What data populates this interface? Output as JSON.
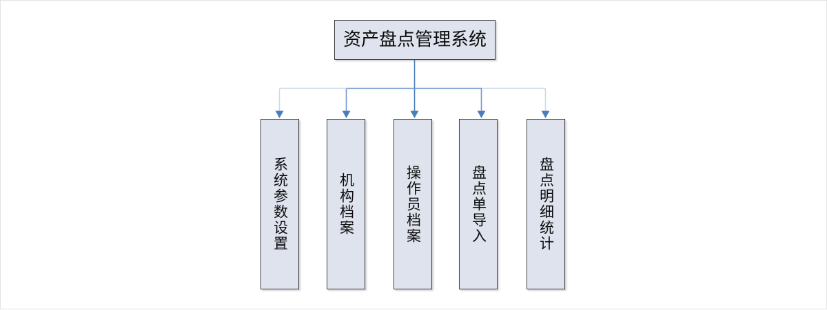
{
  "diagram": {
    "type": "org-chart",
    "orientation": "top-down",
    "root": {
      "label": "资产盘点管理系统"
    },
    "children": [
      {
        "label": "系统参数设置"
      },
      {
        "label": "机构档案"
      },
      {
        "label": "操作员档案"
      },
      {
        "label": "盘点单导入"
      },
      {
        "label": "盘点明细统计"
      }
    ],
    "colors": {
      "node_fill": "#dee3ed",
      "node_border": "#3f3f3f",
      "connector": "#4a7ebb",
      "connector_light": "#ccd9ea",
      "text": "#0b0b0b",
      "page_background": "#ffffff",
      "page_border": "#e2e2e2"
    }
  }
}
